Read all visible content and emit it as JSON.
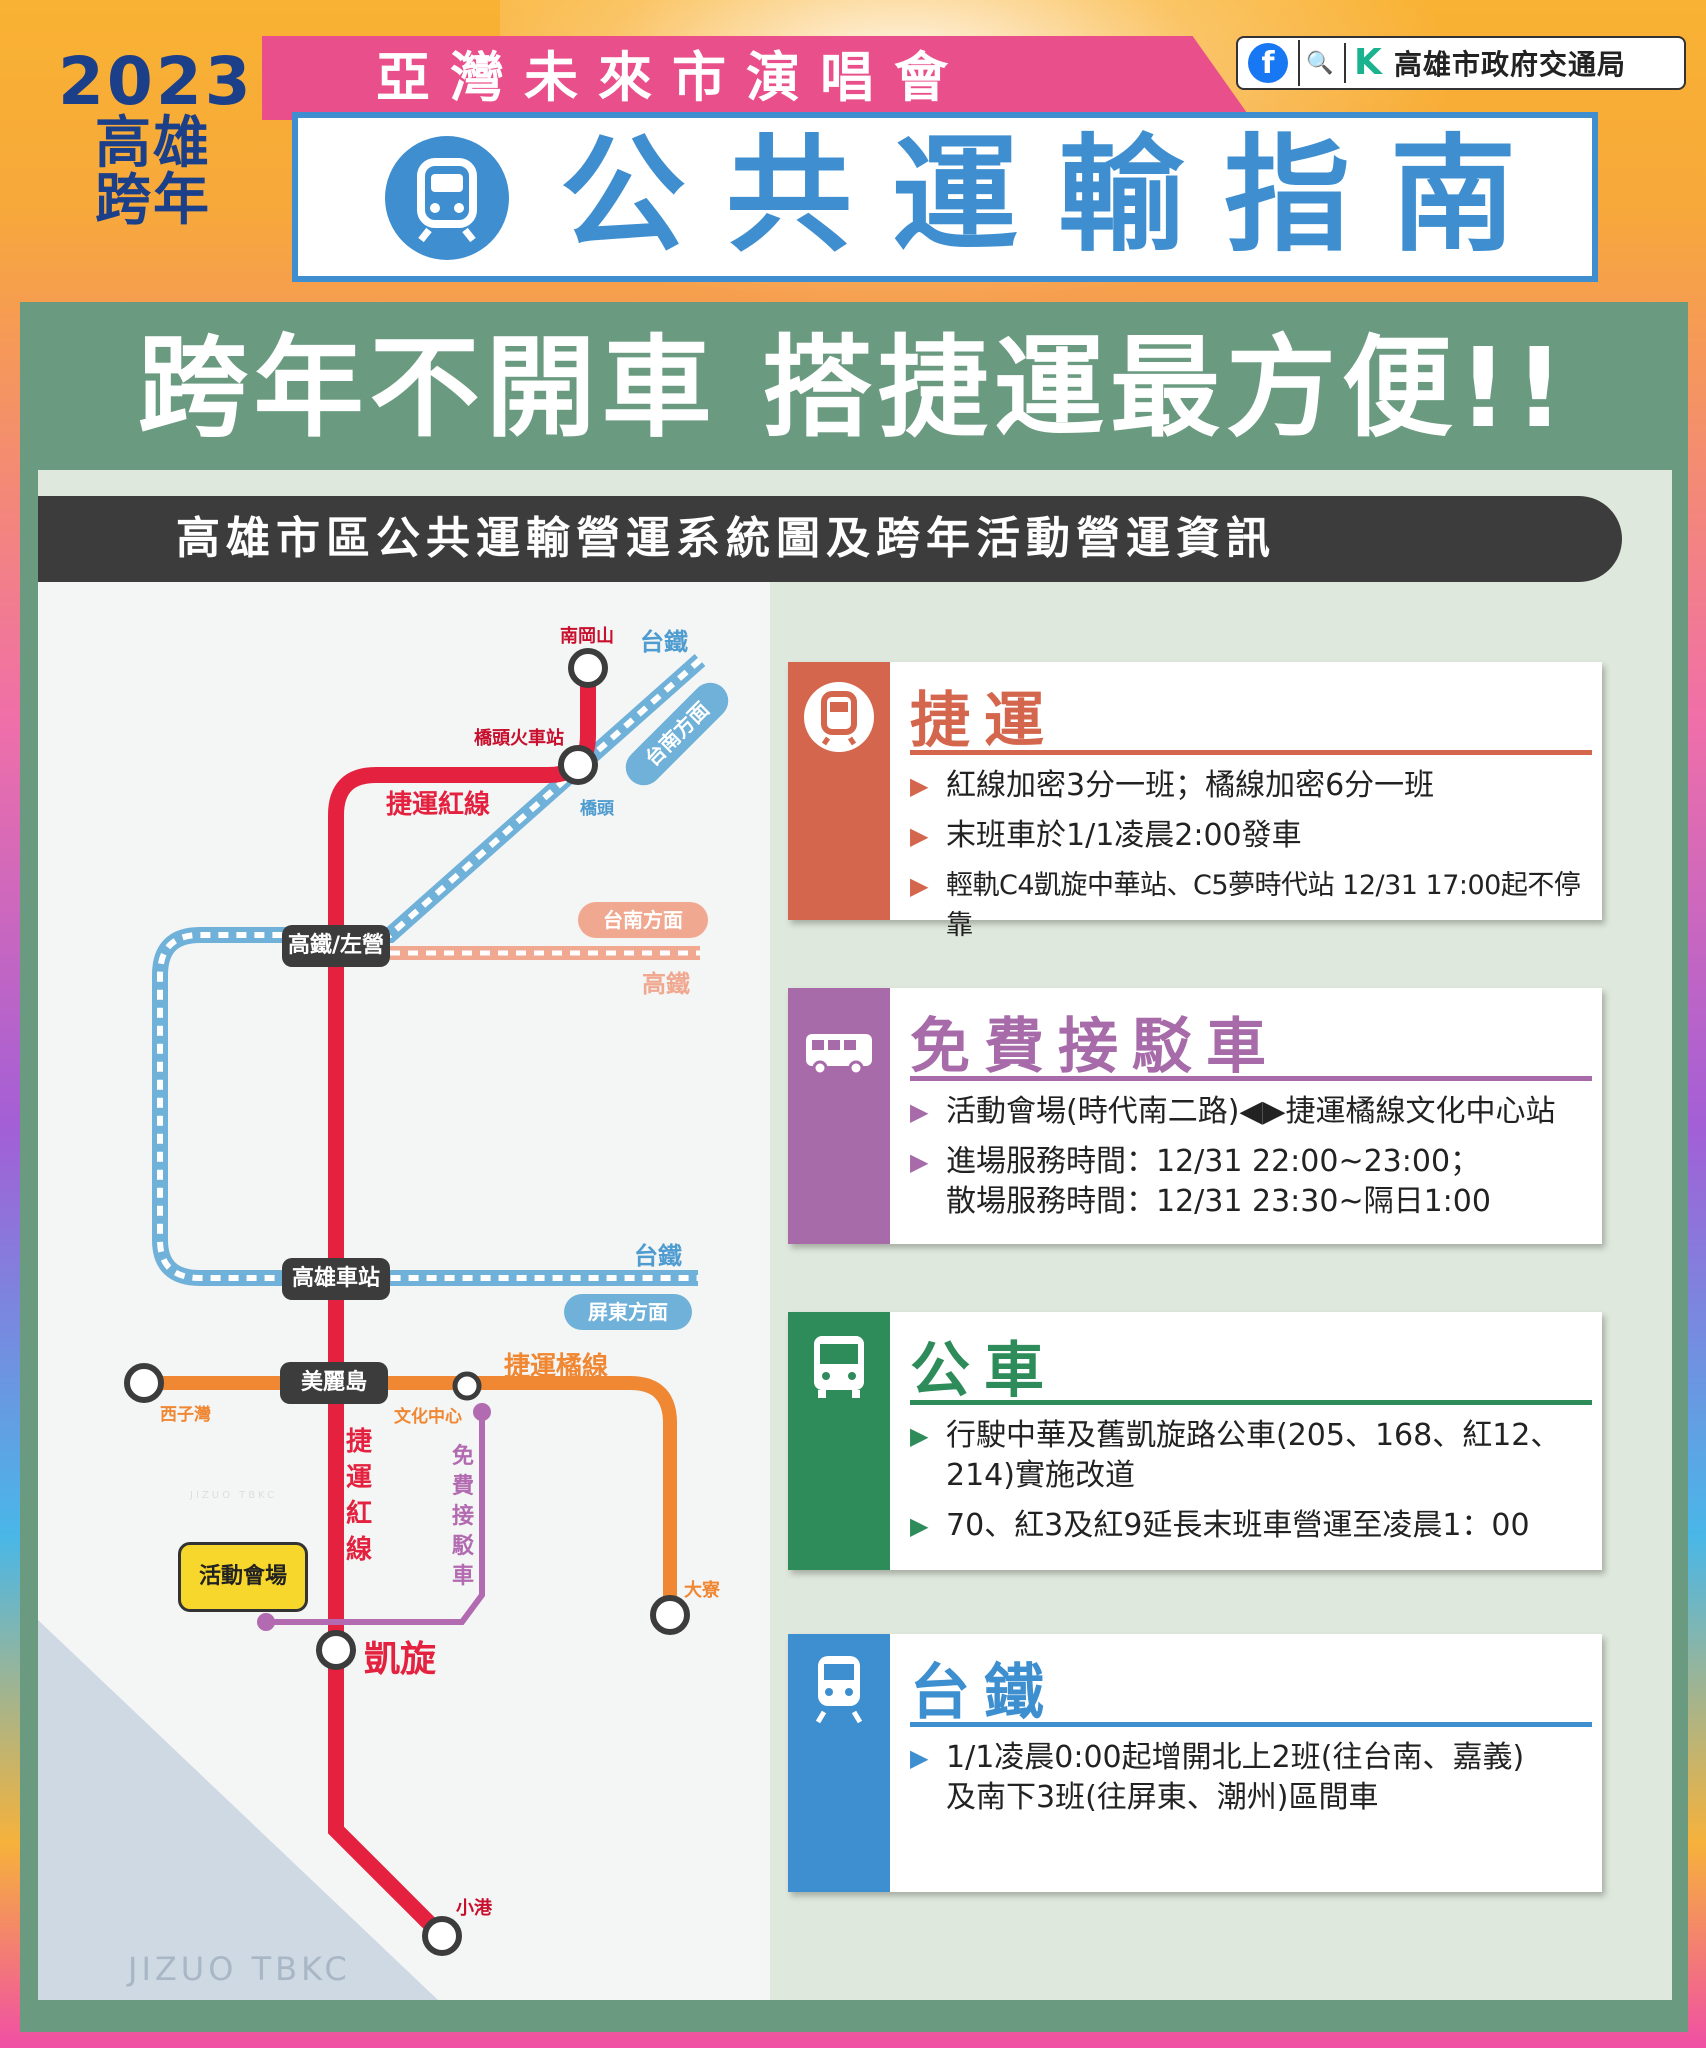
{
  "header": {
    "year": "2023",
    "city": "高雄",
    "event": "跨年",
    "banner": "亞灣未來市演唱會",
    "title": "公共運輸指南",
    "agency": "高雄市政府交通局"
  },
  "slogan": "跨年不開車 搭捷運最方便!!",
  "section_title": "高雄市區公共運輸營運系統圖及跨年活動營運資訊",
  "map": {
    "stations": {
      "gangshan_south": "南岡山",
      "qiaotou_train": "橋頭火車站",
      "qiaotou": "橋頭",
      "hsr_zuoying": "高鐵/左營",
      "kaohsiung_main": "高雄車站",
      "formosa": "美麗島",
      "xiziwan": "西子灣",
      "culture_center": "文化中心",
      "daliao": "大寮",
      "kaisyuan": "凱旋",
      "siaogang": "小港"
    },
    "lines": {
      "red_line_label": "捷運紅線",
      "red_line_vertical": [
        "捷",
        "運",
        "紅",
        "線"
      ],
      "orange_line_label": "捷運橘線",
      "shuttle_vertical": [
        "免",
        "費",
        "接",
        "駁",
        "車"
      ],
      "tra_top": "台鐵",
      "tra_bottom": "台鐵",
      "hsr": "高鐵",
      "to_tainan_1": "台南方面",
      "to_tainan_2": "台南方面",
      "to_pingtung": "屏東方面"
    },
    "venue": "活動會場",
    "watermark_bottom": "JIZUO TBKC",
    "watermark_mid": "JIZUO TBKC",
    "colors": {
      "red": "#e4223f",
      "orange": "#f08732",
      "tra": "#6fb1d9",
      "hsr": "#f0a890",
      "shuttle": "#b26ab0"
    }
  },
  "cards": [
    {
      "title": "捷運",
      "icon": "metro-icon",
      "color": "#d4664d",
      "items": [
        "紅線加密3分一班；橘線加密6分一班",
        "末班車於1/1凌晨2:00發車",
        "輕軌C4凱旋中華站、C5夢時代站 12/31 17:00起不停靠"
      ]
    },
    {
      "title": "免費接駁車",
      "icon": "bus-icon",
      "color": "#a66ba8",
      "items": [
        "活動會場(時代南二路)◀▶捷運橘線文化中心站",
        "進場服務時間：12/31 22:00~23:00；\n散場服務時間：12/31 23:30~隔日1:00"
      ]
    },
    {
      "title": "公車",
      "icon": "city-bus-icon",
      "color": "#2e8b5a",
      "items": [
        "行駛中華及舊凱旋路公車(205、168、紅12、214)實施改道",
        "70、紅3及紅9延長末班車營運至凌晨1：00"
      ]
    },
    {
      "title": "台鐵",
      "icon": "train-icon",
      "color": "#3e8fcf",
      "items": [
        "1/1凌晨0:00起增開北上2班(往台南、嘉義)\n及南下3班(往屏東、潮州)區間車"
      ]
    }
  ]
}
